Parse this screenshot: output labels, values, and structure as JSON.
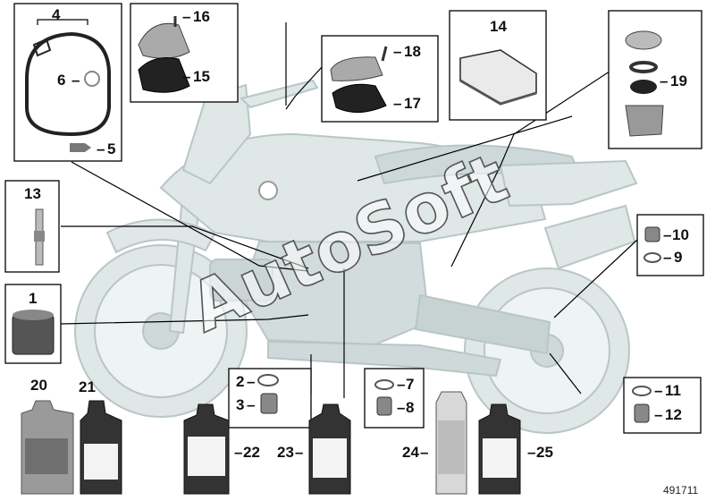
{
  "diagram": {
    "id_label": "491711",
    "watermark": "AutoSoft",
    "colors": {
      "bike_fill": "#dfe7e7",
      "bike_stroke": "#b9c6c6",
      "part_dark": "#333333",
      "part_grey": "#9a9a9a",
      "accent_white": "#ffffff"
    },
    "callouts": [
      {
        "id": "c1",
        "label": "1"
      },
      {
        "id": "c2",
        "label": "2"
      },
      {
        "id": "c3",
        "label": "3"
      },
      {
        "id": "c4",
        "label": "4"
      },
      {
        "id": "c5",
        "label": "5"
      },
      {
        "id": "c6",
        "label": "6"
      },
      {
        "id": "c7",
        "label": "7"
      },
      {
        "id": "c8",
        "label": "8"
      },
      {
        "id": "c9",
        "label": "9"
      },
      {
        "id": "c10",
        "label": "10"
      },
      {
        "id": "c11",
        "label": "11"
      },
      {
        "id": "c12",
        "label": "12"
      },
      {
        "id": "c13",
        "label": "13"
      },
      {
        "id": "c14",
        "label": "14"
      },
      {
        "id": "c15",
        "label": "15"
      },
      {
        "id": "c16",
        "label": "16"
      },
      {
        "id": "c17",
        "label": "17"
      },
      {
        "id": "c18",
        "label": "18"
      },
      {
        "id": "c19",
        "label": "19"
      },
      {
        "id": "c20",
        "label": "20"
      },
      {
        "id": "c21",
        "label": "21"
      },
      {
        "id": "c22",
        "label": "22"
      },
      {
        "id": "c23",
        "label": "23"
      },
      {
        "id": "c24",
        "label": "24"
      },
      {
        "id": "c25",
        "label": "25"
      }
    ]
  }
}
